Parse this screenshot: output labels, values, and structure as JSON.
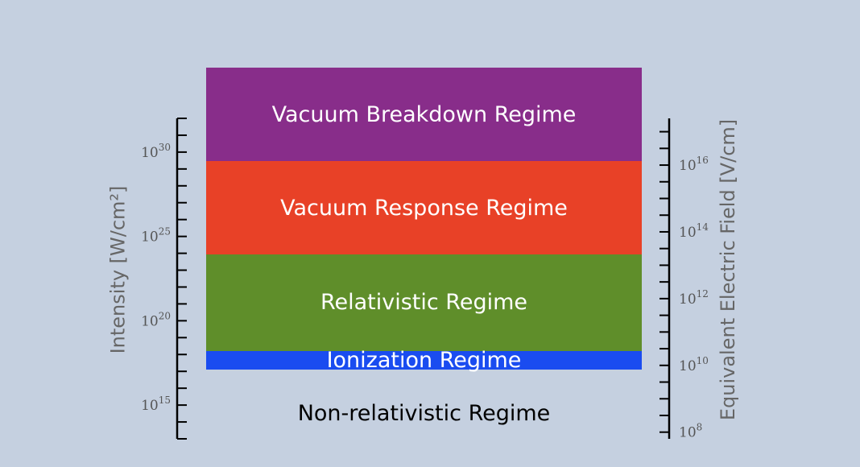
{
  "colors": {
    "background": "#c5d0e0",
    "vacuum_breakdown": "#882d8a",
    "vacuum_response": "#e84127",
    "relativistic": "#5f8e2a",
    "ionization": "#1a4cf0",
    "axis": "#000000",
    "axis_title": "#666666",
    "tick_label": "#555555"
  },
  "left_axis": {
    "title": "Intensity [W/cm²]",
    "range": [
      13,
      32
    ],
    "minor_step": 1,
    "labels": [
      {
        "exp": 30,
        "text": "30"
      },
      {
        "exp": 25,
        "text": "25"
      },
      {
        "exp": 20,
        "text": "20"
      },
      {
        "exp": 15,
        "text": "15"
      }
    ],
    "base": "10"
  },
  "right_axis": {
    "title": "Equivalent Electric Field  [V/cm]",
    "range": [
      7.8,
      17.4
    ],
    "minor_step": 0.5,
    "labels": [
      {
        "exp": 16,
        "text": "16"
      },
      {
        "exp": 14,
        "text": "14"
      },
      {
        "exp": 12,
        "text": "12"
      },
      {
        "exp": 10,
        "text": "10"
      },
      {
        "exp": 8,
        "text": "8"
      }
    ],
    "base": "10"
  },
  "regimes": [
    {
      "label": "Vacuum Breakdown Regime",
      "from": 29.45,
      "to": 35,
      "color_key": "vacuum_breakdown"
    },
    {
      "label": "Vacuum Response Regime",
      "from": 23.95,
      "to": 29.45,
      "color_key": "vacuum_response"
    },
    {
      "label": "Relativistic Regime",
      "from": 18.2,
      "to": 23.95,
      "color_key": "relativistic"
    },
    {
      "label": "Ionization Regime",
      "from": 16.1,
      "to": 18.2,
      "color_key": "ionization"
    }
  ],
  "below_label": "Non-relativistic Regime"
}
